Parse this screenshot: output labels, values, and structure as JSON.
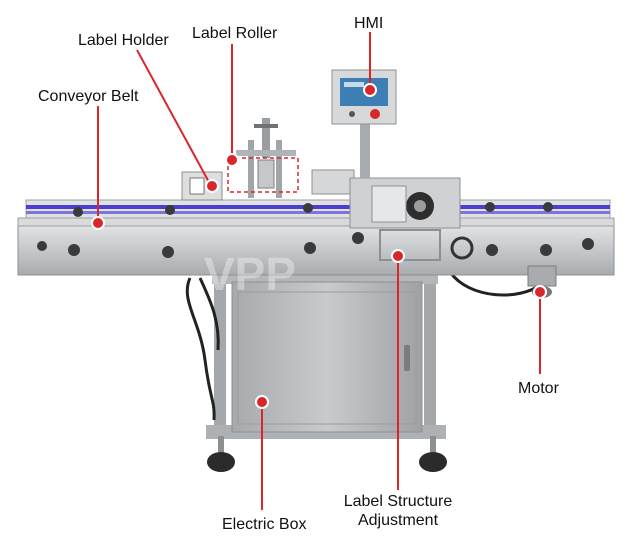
{
  "colors": {
    "accent": "#d9262b",
    "belt": "#4a3fd1",
    "steel": "#c9cbcd",
    "steel_dark": "#8d9093",
    "cabinet": "#b9bbbd",
    "label_text": "#111111"
  },
  "labels": {
    "label_holder": "Label Holder",
    "label_roller": "Label Roller",
    "hmi": "HMI",
    "conveyor_belt": "Conveyor Belt",
    "motor": "Motor",
    "label_structure_line1": "Label Structure",
    "label_structure_line2": "Adjustment",
    "electric_box": "Electric Box"
  },
  "watermark": "VPP",
  "icons": [
    "emergency-stop-icon",
    "touchscreen-icon"
  ]
}
